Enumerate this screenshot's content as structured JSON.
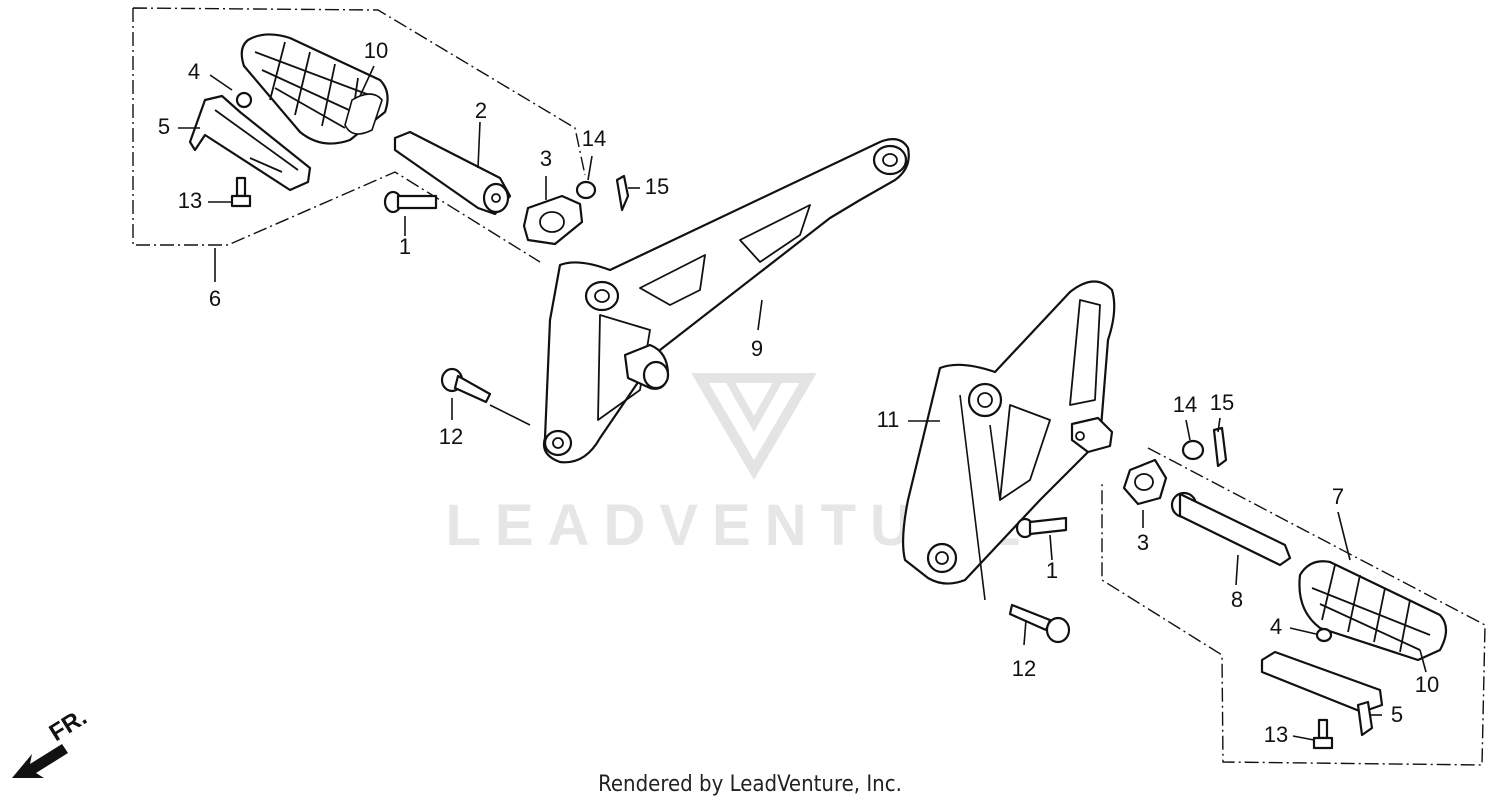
{
  "diagram": {
    "footer_text": "Rendered by LeadVenture, Inc.",
    "watermark_text": "LEADVENTURE",
    "direction_label": "FR.",
    "callouts": [
      {
        "id": "c1a",
        "label": "1"
      },
      {
        "id": "c2",
        "label": "2"
      },
      {
        "id": "c3a",
        "label": "3"
      },
      {
        "id": "c4a",
        "label": "4"
      },
      {
        "id": "c5a",
        "label": "5"
      },
      {
        "id": "c6",
        "label": "6"
      },
      {
        "id": "c9",
        "label": "9"
      },
      {
        "id": "c10a",
        "label": "10"
      },
      {
        "id": "c12a",
        "label": "12"
      },
      {
        "id": "c13a",
        "label": "13"
      },
      {
        "id": "c14a",
        "label": "14"
      },
      {
        "id": "c15a",
        "label": "15"
      },
      {
        "id": "c11",
        "label": "11"
      },
      {
        "id": "c14b",
        "label": "14"
      },
      {
        "id": "c15b",
        "label": "15"
      },
      {
        "id": "c7",
        "label": "7"
      },
      {
        "id": "c3b",
        "label": "3"
      },
      {
        "id": "c1b",
        "label": "1"
      },
      {
        "id": "c8",
        "label": "8"
      },
      {
        "id": "c12b",
        "label": "12"
      },
      {
        "id": "c4b",
        "label": "4"
      },
      {
        "id": "c10b",
        "label": "10"
      },
      {
        "id": "c5b",
        "label": "5"
      },
      {
        "id": "c13b",
        "label": "13"
      }
    ]
  }
}
